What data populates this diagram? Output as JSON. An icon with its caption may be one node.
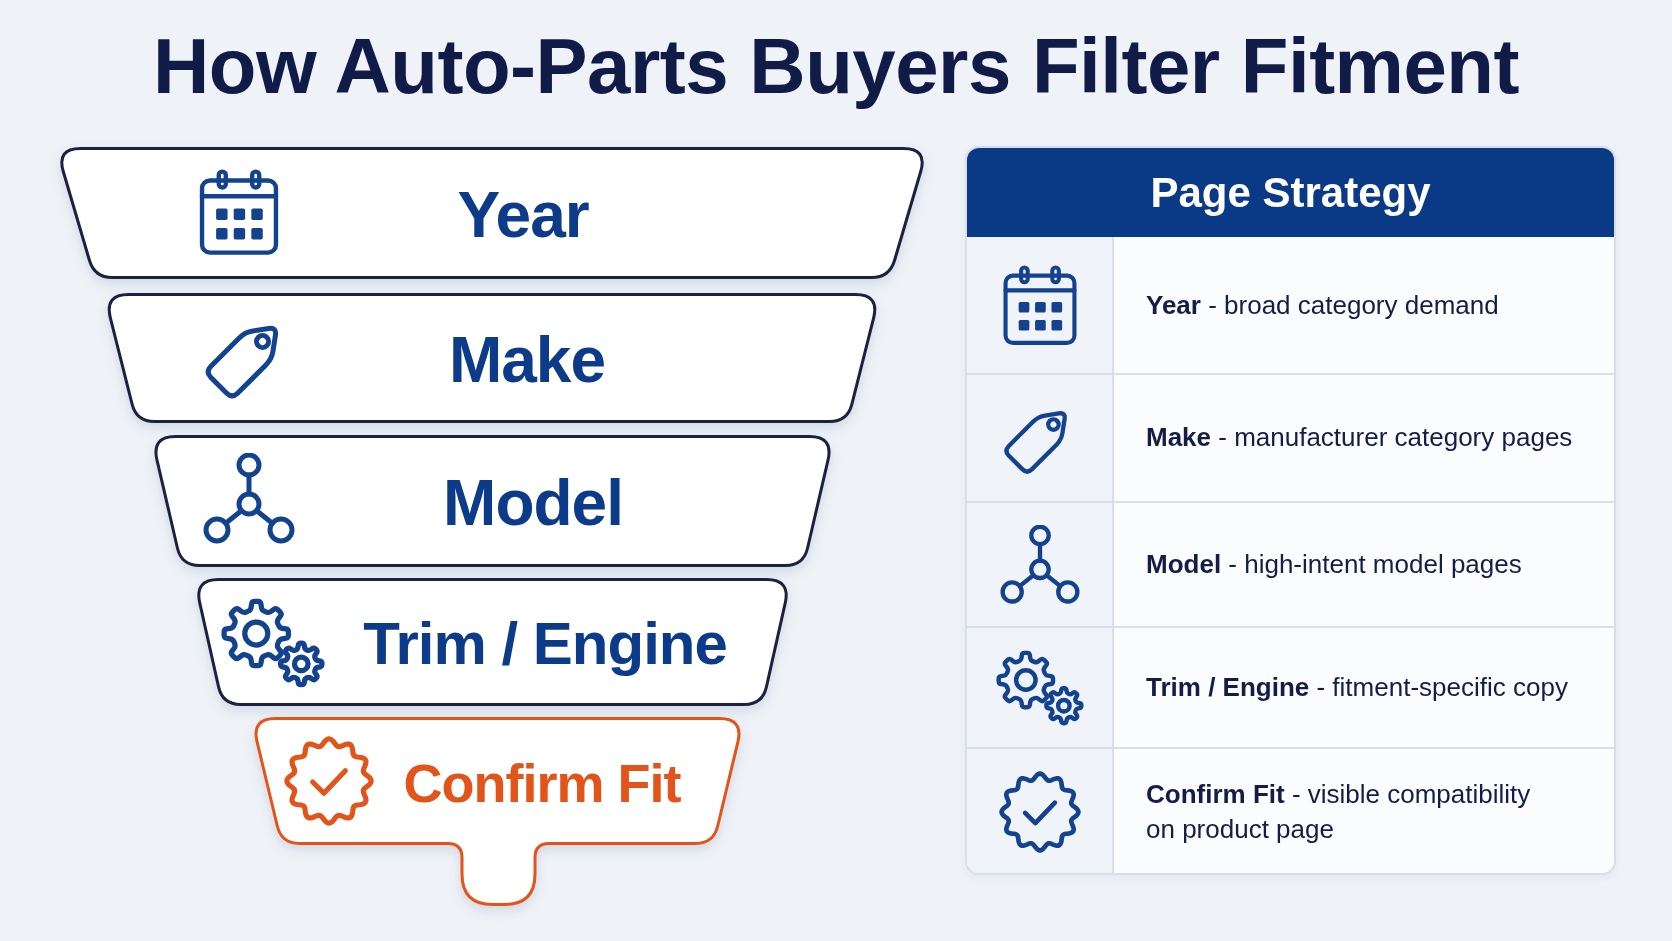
{
  "diagram": {
    "title": "How Auto-Parts Buyers Filter Fitment",
    "nodes": [
      {
        "text": [
          "Year"
        ]
      },
      {
        "text": [
          "Make"
        ]
      },
      {
        "text": [
          "Model"
        ]
      },
      {
        "text": [
          "Trim / Engine"
        ]
      },
      {
        "text": [
          "Confirm Fit"
        ]
      },
      {
        "text": [
          "Page Strategy"
        ]
      }
    ],
    "labels": [
      "**Year** - broad category demand",
      "**Make** - manufacturer category pages",
      "**Model** - high-intent model pages",
      "**Trim / Engine** - fitment-specific copy",
      "**Confirm Fit** - visible compatibility on product page"
    ]
  }
}
